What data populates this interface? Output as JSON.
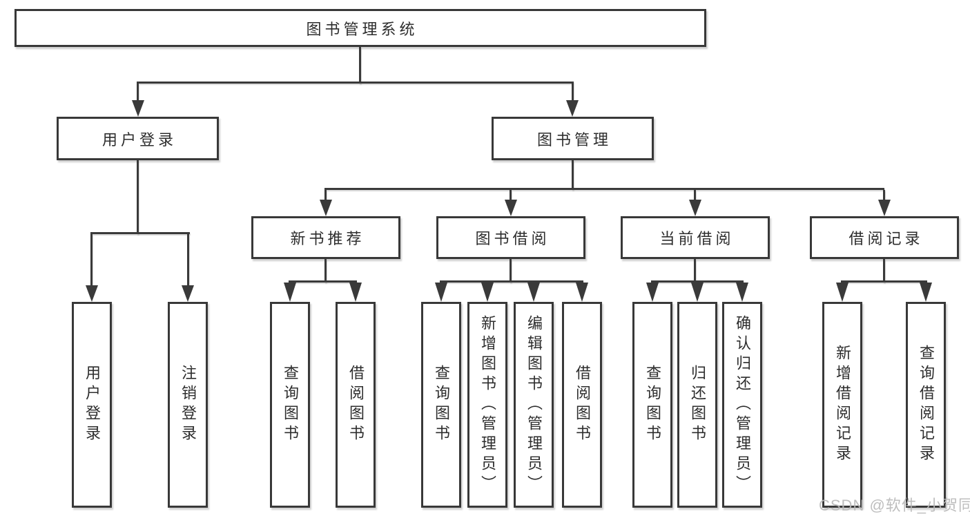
{
  "diagram": {
    "root": {
      "label": "图书管理系统"
    },
    "level2": [
      {
        "id": "user-login",
        "label": "用户登录"
      },
      {
        "id": "book-management",
        "label": "图书管理"
      }
    ],
    "level3": [
      {
        "id": "new-book-recommend",
        "label": "新书推荐",
        "parent": "图书管理"
      },
      {
        "id": "book-borrow",
        "label": "图书借阅",
        "parent": "图书管理"
      },
      {
        "id": "current-borrow",
        "label": "当前借阅",
        "parent": "图书管理"
      },
      {
        "id": "borrow-records",
        "label": "借阅记录",
        "parent": "图书管理"
      }
    ],
    "leaves": [
      {
        "label": "用户登录",
        "parent": "用户登录"
      },
      {
        "label": "注销登录",
        "parent": "用户登录"
      },
      {
        "label": "查询图书",
        "parent": "新书推荐"
      },
      {
        "label": "借阅图书",
        "parent": "新书推荐"
      },
      {
        "label": "查询图书",
        "parent": "图书借阅"
      },
      {
        "label": "新增图书（管理员）",
        "parent": "图书借阅"
      },
      {
        "label": "编辑图书（管理员）",
        "parent": "图书借阅"
      },
      {
        "label": "借阅图书",
        "parent": "图书借阅"
      },
      {
        "label": "查询图书",
        "parent": "当前借阅"
      },
      {
        "label": "归还图书",
        "parent": "当前借阅"
      },
      {
        "label": "确认归还（管理员）",
        "parent": "当前借阅"
      },
      {
        "label": "新增借阅记录",
        "parent": "借阅记录"
      },
      {
        "label": "查询借阅记录",
        "parent": "借阅记录"
      }
    ],
    "colors": {
      "line": "#3a3a3a",
      "box_border": "#383838",
      "box_fill": "#ffffff",
      "text": "#2d2d2d",
      "background": "#ffffff",
      "watermark": "#b9b9b9"
    }
  },
  "watermark": {
    "text": "CSDN @软件_小贺同学"
  }
}
